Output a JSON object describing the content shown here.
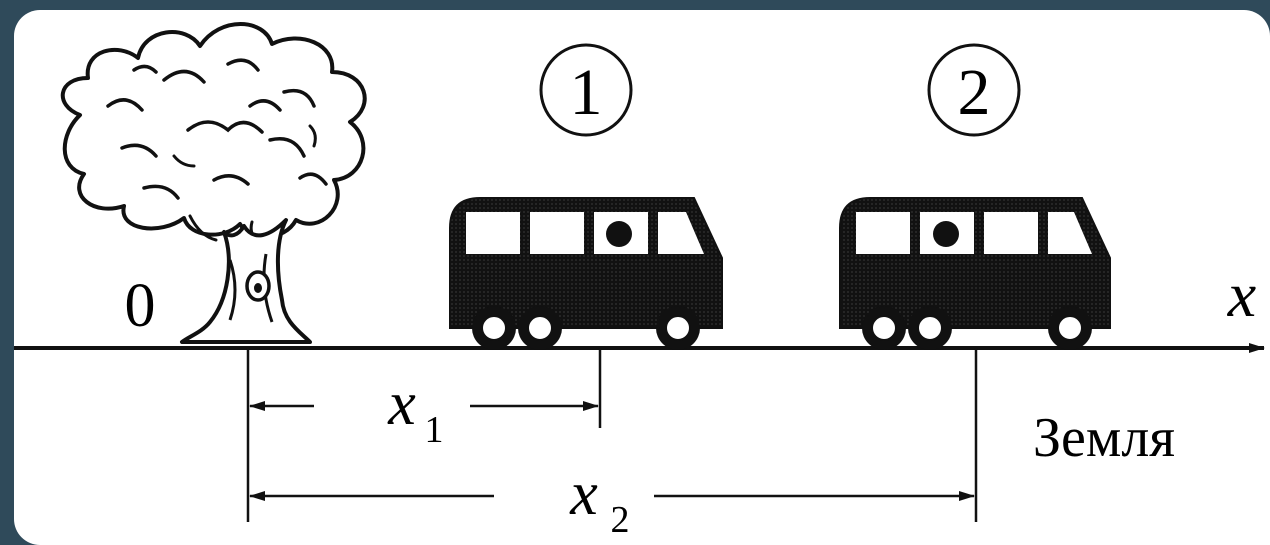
{
  "diagram": {
    "origin_label": "0",
    "axis_label": "x",
    "bus_1_label": "1",
    "bus_2_label": "2",
    "dist_1_main": "x",
    "dist_1_sub": "1",
    "dist_2_main": "x",
    "dist_2_sub": "2",
    "ground_label": "Земля"
  }
}
